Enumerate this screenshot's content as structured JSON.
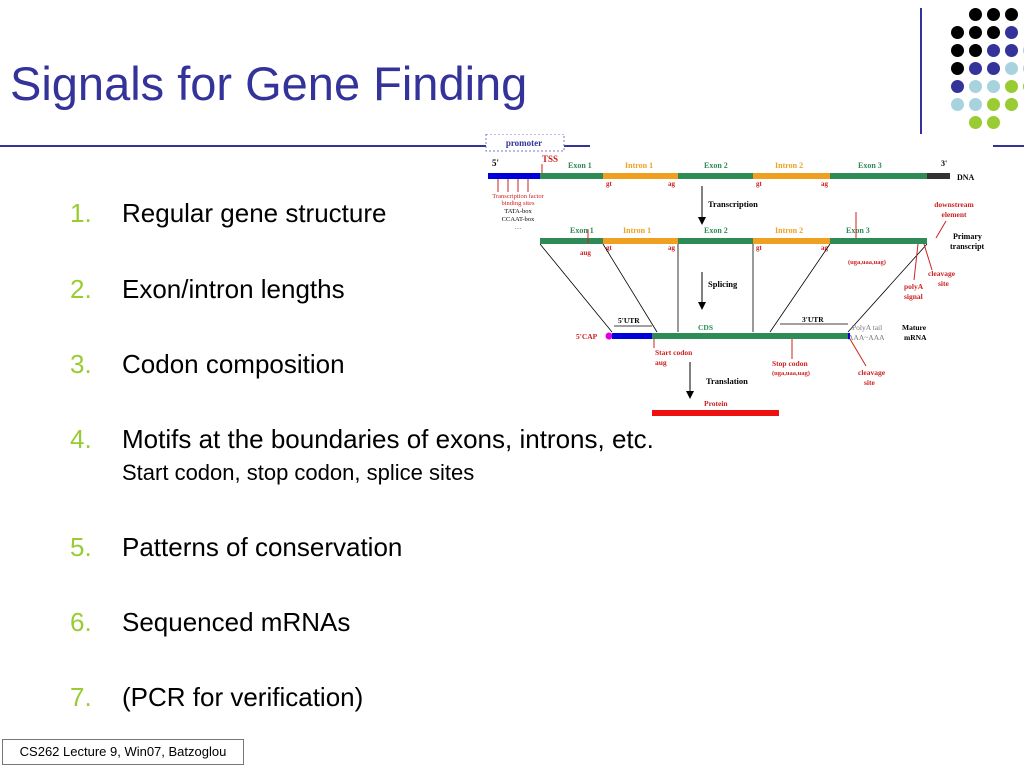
{
  "slide": {
    "title": "Signals for Gene Finding",
    "footer": "CS262 Lecture 9, Win07, Batzoglou"
  },
  "items": [
    {
      "num": "1.",
      "text": "Regular gene structure"
    },
    {
      "num": "2.",
      "text": "Exon/intron lengths"
    },
    {
      "num": "3.",
      "text": "Codon composition"
    },
    {
      "num": "4.",
      "text": "Motifs at the boundaries of exons, introns, etc.",
      "sub": "Start codon, stop codon, splice sites"
    },
    {
      "num": "5.",
      "text": "Patterns of conservation"
    },
    {
      "num": "6.",
      "text": "Sequenced mRNAs"
    },
    {
      "num": "7.",
      "text": "(PCR for verification)"
    }
  ],
  "colors": {
    "accent": "#333399",
    "bullet": "#99cc33",
    "dot_black": "#000000",
    "dot_navy": "#333399",
    "dot_light": "#a8d3de",
    "dot_green": "#99cc33",
    "exon": "#2e8b57",
    "intron": "#f0a020",
    "upstream": "#0000dd",
    "label_red": "#cc2222",
    "protein": "#ee1111"
  },
  "diagram": {
    "promoter": "promoter",
    "five_prime": "5'",
    "tss": "TSS",
    "exon1": "Exon 1",
    "intron1": "Intron 1",
    "exon2": "Exon 2",
    "intron2": "Intron 2",
    "exon3": "Exon 3",
    "three_prime": "3'",
    "dna": "DNA",
    "gt": "gt",
    "ag": "ag",
    "tf1": "Transcription factor",
    "tf2": "binding sites",
    "tf3": "TATA-box",
    "tf4": "CCAAT-box",
    "tf5": "…",
    "transcription": "Transcription",
    "downstream1": "downstream",
    "downstream2": "element",
    "primary1": "Primary",
    "primary2": "transcript",
    "aug": "aug",
    "stops": "(uga,uaa,uag)",
    "splicing": "Splicing",
    "cleavage1": "cleavage",
    "cleavage2": "site",
    "polya1": "polyA",
    "polya2": "signal",
    "utr5": "5'UTR",
    "cds": "CDS",
    "utr3": "3'UTR",
    "polytail": "PolyA tail",
    "aaa": "AAA~AAA",
    "mature1": "Mature",
    "mature2": "mRNA",
    "cap": "5'CAP",
    "startcodon": "Start codon",
    "startaug": "aug",
    "stopcodon": "Stop codon",
    "stopcodons": "(uga,uaa,uag)",
    "translation": "Translation",
    "protein": "Protein"
  }
}
